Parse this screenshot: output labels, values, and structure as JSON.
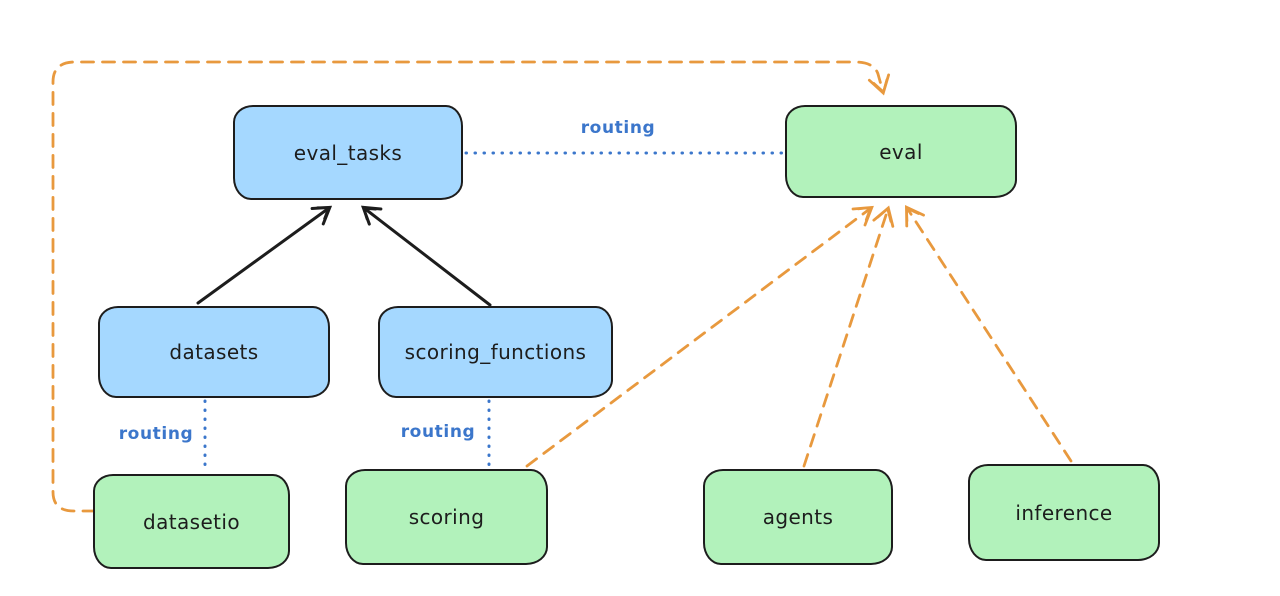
{
  "diagram": {
    "type": "architecture-graph",
    "background": "#ffffff",
    "colors": {
      "api_node_fill": "#a5d8ff",
      "provider_node_fill": "#b2f2bb",
      "node_stroke": "#1d1d1d",
      "inheritance_arrow": "#1d1d1d",
      "dependency_arrow": "#e8993e",
      "routing_edge": "#3b76cb"
    },
    "nodes": {
      "eval_tasks": {
        "label": "eval_tasks"
      },
      "eval": {
        "label": "eval"
      },
      "datasets": {
        "label": "datasets"
      },
      "scoring_functions": {
        "label": "scoring_functions"
      },
      "datasetio": {
        "label": "datasetio"
      },
      "scoring": {
        "label": "scoring"
      },
      "agents": {
        "label": "agents"
      },
      "inference": {
        "label": "inference"
      }
    },
    "edges": [
      {
        "from": "datasets",
        "to": "eval_tasks",
        "style": "solid-black-arrow"
      },
      {
        "from": "scoring_functions",
        "to": "eval_tasks",
        "style": "solid-black-arrow"
      },
      {
        "from": "eval_tasks",
        "to": "eval",
        "style": "dotted-blue",
        "label": "routing"
      },
      {
        "from": "datasets",
        "to": "datasetio",
        "style": "dotted-blue",
        "label": "routing"
      },
      {
        "from": "scoring_functions",
        "to": "scoring",
        "style": "dotted-blue",
        "label": "routing"
      },
      {
        "from": "datasetio",
        "to": "eval",
        "style": "dashed-orange-arrow"
      },
      {
        "from": "scoring",
        "to": "eval",
        "style": "dashed-orange-arrow"
      },
      {
        "from": "agents",
        "to": "eval",
        "style": "dashed-orange-arrow"
      },
      {
        "from": "inference",
        "to": "eval",
        "style": "dashed-orange-arrow"
      }
    ],
    "edge_labels": {
      "eval_tasks_to_eval": "routing",
      "datasets_to_datasetio": "routing",
      "scoring_functions_to_scoring": "routing"
    }
  }
}
